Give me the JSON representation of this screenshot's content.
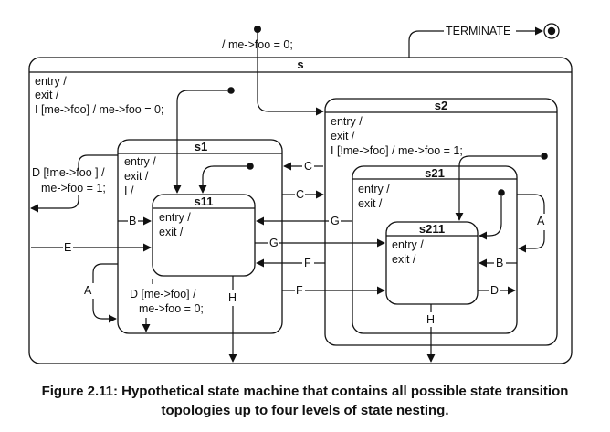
{
  "states": {
    "s": {
      "name": "s",
      "entry": "entry /",
      "exit": "exit /",
      "internal": "I [me->foo] / me->foo = 0;"
    },
    "s1": {
      "name": "s1",
      "entry": "entry /",
      "exit": "exit /",
      "internal": "I /"
    },
    "s11": {
      "name": "s11",
      "entry": "entry /",
      "exit": "exit /"
    },
    "s2": {
      "name": "s2",
      "entry": "entry /",
      "exit": "exit /",
      "internal": "I [!me->foo] / me->foo = 1;"
    },
    "s21": {
      "name": "s21",
      "entry": "entry /",
      "exit": "exit /"
    },
    "s211": {
      "name": "s211",
      "entry": "entry /",
      "exit": "exit /"
    }
  },
  "transitions": {
    "init_top": "/ me->foo = 0;",
    "terminate": "TERMINATE",
    "d_s1_line1": "D [!me->foo ] /",
    "d_s1_line2": "me->foo = 1;",
    "d_s11_line1": "D [me->foo] /",
    "d_s11_line2": "me->foo = 0;",
    "a": "A",
    "b": "B",
    "c": "C",
    "d": "D",
    "e": "E",
    "f": "F",
    "g": "G",
    "h": "H"
  },
  "caption": {
    "line1": "Figure 2.11: Hypothetical state machine that contains all possible state transition",
    "line2": "topologies up to four levels of state nesting."
  }
}
